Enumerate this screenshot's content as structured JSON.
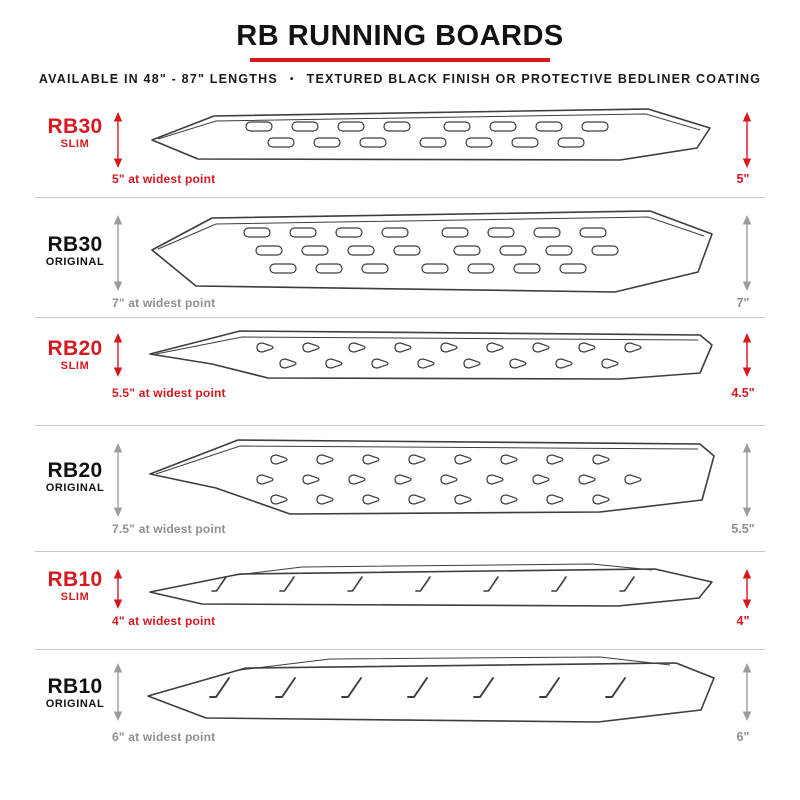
{
  "header": {
    "title": "RB RUNNING BOARDS",
    "subtitle_part1": "AVAILABLE IN 48\" - 87\" LENGTHS",
    "subtitle_separator": "•",
    "subtitle_part2": "TEXTURED BLACK FINISH OR PROTECTIVE BEDLINER COATING"
  },
  "colors": {
    "accent_red": "#d6181f",
    "original_gray": "#8f8f8f",
    "line_dark": "#3d3d3d"
  },
  "products": [
    {
      "model": "RB30",
      "variant": "SLIM",
      "style": "slim",
      "slot_type": "oval",
      "width_label": "5\" at widest point",
      "height_label": "5\""
    },
    {
      "model": "RB30",
      "variant": "ORIGINAL",
      "style": "original",
      "slot_type": "oval",
      "width_label": "7\" at widest point",
      "height_label": "7\""
    },
    {
      "model": "RB20",
      "variant": "SLIM",
      "style": "slim",
      "slot_type": "teardrop",
      "width_label": "5.5\" at widest point",
      "height_label": "4.5\""
    },
    {
      "model": "RB20",
      "variant": "ORIGINAL",
      "style": "original",
      "slot_type": "teardrop",
      "width_label": "7.5\" at widest point",
      "height_label": "5.5\""
    },
    {
      "model": "RB10",
      "variant": "SLIM",
      "style": "slim",
      "slot_type": "notch",
      "width_label": "4\" at widest point",
      "height_label": "4\""
    },
    {
      "model": "RB10",
      "variant": "ORIGINAL",
      "style": "original",
      "slot_type": "notch",
      "width_label": "6\" at widest point",
      "height_label": "6\""
    }
  ]
}
